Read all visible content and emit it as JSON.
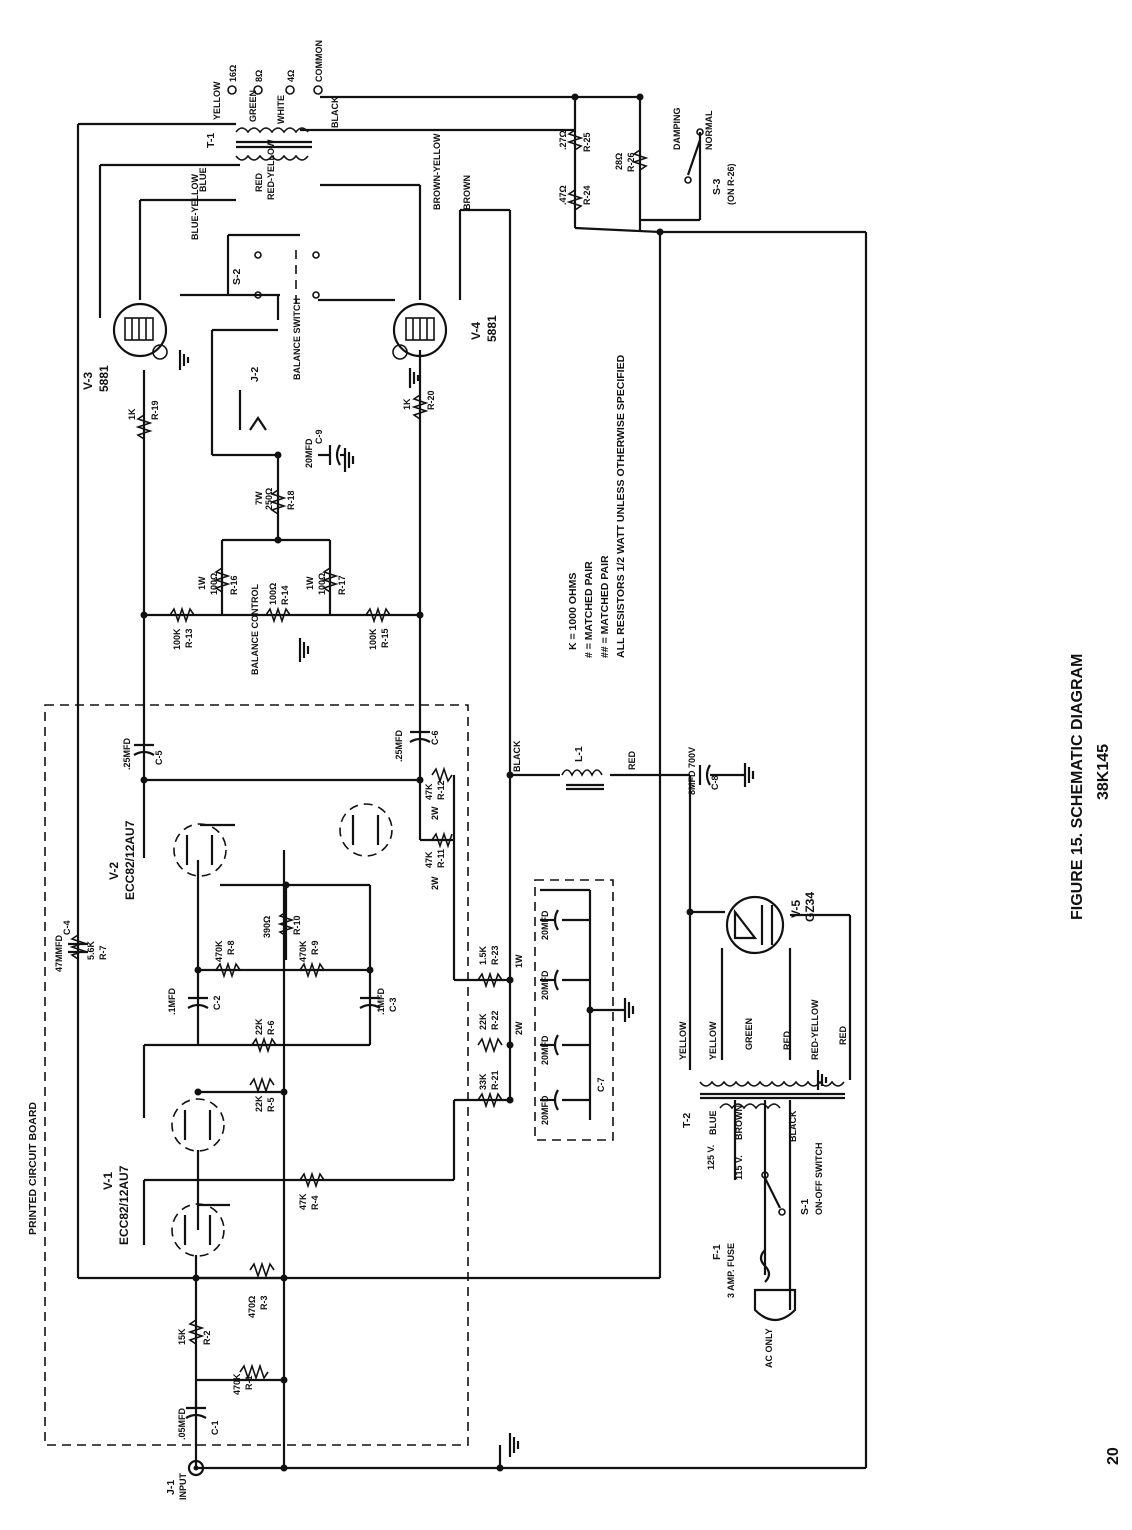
{
  "figure": {
    "title": "FIGURE 15. SCHEMATIC DIAGRAM",
    "model": "38K145",
    "page_number": "20"
  },
  "board_label": "PRINTED CIRCUIT BOARD",
  "notes": [
    "K = 1000 OHMS",
    "# = MATCHED PAIR",
    "## = MATCHED PAIR",
    "ALL RESISTORS 1/2 WATT UNLESS OTHERWISE SPECIFIED"
  ],
  "tubes": {
    "v1": {
      "ref": "V-1",
      "type": "ECC82/12AU7"
    },
    "v2": {
      "ref": "V-2",
      "type": "ECC82/12AU7"
    },
    "v3": {
      "ref": "V-3",
      "type": "5881"
    },
    "v4": {
      "ref": "V-4",
      "type": "5881"
    },
    "v5": {
      "ref": "V-5",
      "type": "GZ34"
    }
  },
  "resistors": {
    "r1": {
      "ref": "R-1",
      "value": "470K"
    },
    "r2": {
      "ref": "R-2",
      "value": "15K"
    },
    "r3": {
      "ref": "R-3",
      "value": "470Ω"
    },
    "r4": {
      "ref": "R-4",
      "value": "47K"
    },
    "r5": {
      "ref": "R-5",
      "value": "22K"
    },
    "r6": {
      "ref": "R-6",
      "value": "22K"
    },
    "r7": {
      "ref": "R-7",
      "value": "5.6K"
    },
    "r8": {
      "ref": "R-8",
      "value": "470K"
    },
    "r9": {
      "ref": "R-9",
      "value": "470K"
    },
    "r10": {
      "ref": "R-10",
      "value": "390Ω"
    },
    "r11": {
      "ref": "R-11",
      "value": "47K"
    },
    "r12": {
      "ref": "R-12",
      "value": "47K"
    },
    "r13": {
      "ref": "R-13",
      "value": "100K"
    },
    "r14": {
      "ref": "R-14",
      "value": "100Ω"
    },
    "r15": {
      "ref": "R-15",
      "value": "100K"
    },
    "r16": {
      "ref": "R-16",
      "value": "100Ω"
    },
    "r17": {
      "ref": "R-17",
      "value": "100Ω"
    },
    "r18": {
      "ref": "R-18",
      "value": "250Ω"
    },
    "r19": {
      "ref": "R-19",
      "value": "1K"
    },
    "r20": {
      "ref": "R-20",
      "value": "1K"
    },
    "r21": {
      "ref": "R-21",
      "value": "33K"
    },
    "r22": {
      "ref": "R-22",
      "value": "22K"
    },
    "r23": {
      "ref": "R-23",
      "value": "1.5K"
    },
    "r24": {
      "ref": "R-24",
      "value": ".47Ω"
    },
    "r25": {
      "ref": "R-25",
      "value": ".27Ω"
    },
    "r26": {
      "ref": "R-26",
      "value": "28Ω"
    }
  },
  "resistor_ratings": {
    "r11": "2W",
    "r12": "2W",
    "r16": "1W",
    "r17": "1W",
    "r18": "7W",
    "r22": "2W",
    "r23": "1W"
  },
  "capacitors": {
    "c1": {
      "ref": "C-1",
      "value": ".05MFD"
    },
    "c2": {
      "ref": "C-2",
      "value": ".1MFD"
    },
    "c3": {
      "ref": "C-3",
      "value": ".1MFD"
    },
    "c4": {
      "ref": "C-4",
      "value": "47MMFD"
    },
    "c5": {
      "ref": "C-5",
      "value": ".25MFD"
    },
    "c6": {
      "ref": "C-6",
      "value": ".25MFD"
    },
    "c7": {
      "ref": "C-7",
      "value": "20MFD"
    },
    "c8": {
      "ref": "C-8",
      "value": "8MFD 700V"
    },
    "c9": {
      "ref": "C-9",
      "value": "20MFD"
    }
  },
  "other_parts": {
    "t1": "T-1",
    "t2": "T-2",
    "l1": "L-1",
    "j1": "J-1",
    "j1_label": "INPUT",
    "j2": "J-2",
    "s1": "S-1",
    "s1_label": "ON-OFF SWITCH",
    "s2": "S-2",
    "s2_label": "BALANCE SWITCH",
    "s3": "S-3",
    "s3_note": "(ON R-26)",
    "f1": "F-1",
    "f1_label": "3 AMP. FUSE",
    "plug_label": "AC ONLY",
    "balance_control": "BALANCE CONTROL",
    "damping": "DAMPING",
    "normal": "NORMAL"
  },
  "speaker_taps": [
    "16Ω",
    "8Ω",
    "4Ω",
    "COMMON"
  ],
  "wire_colors": {
    "yellow": "YELLOW",
    "green": "GREEN",
    "white": "WHITE",
    "black": "BLACK",
    "blue": "BLUE",
    "blue_yellow": "BLUE-YELLOW",
    "red": "RED",
    "red_yellow": "RED-YELLOW",
    "brown": "BROWN",
    "brown_yellow": "BROWN-YELLOW"
  },
  "mains_taps": [
    "125 V.",
    "115 V."
  ]
}
